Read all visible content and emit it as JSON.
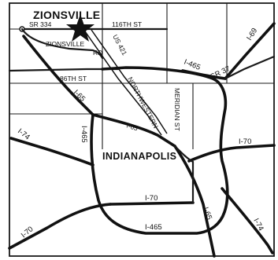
{
  "map": {
    "labels": {
      "town": "ZIONSVILLE",
      "city": "INDIANAPOLIS",
      "sr334": "SR 334",
      "st116": "116TH ST",
      "zionsville_rd_1": "ZIONSVILLE",
      "zionsville_rd_2": "RD",
      "us421": "US 421",
      "i69": "I-69",
      "i465_ne": "I-465",
      "sr37": "SR 37",
      "st86": "86TH ST",
      "i65_n": "I-65",
      "northwestern": "NORTHWESTERN",
      "meridian": "MERIDIAN ST",
      "i65_mid": "I-65",
      "i74_w": "I-74",
      "i465_w": "I-465",
      "i70_e": "I-70",
      "i70_s": "I-70",
      "i65_s": "I-65",
      "i465_s": "I-465",
      "i74_se": "I-74",
      "i70_sw": "I-70"
    },
    "icons": {
      "location_marker": "star-icon"
    }
  }
}
